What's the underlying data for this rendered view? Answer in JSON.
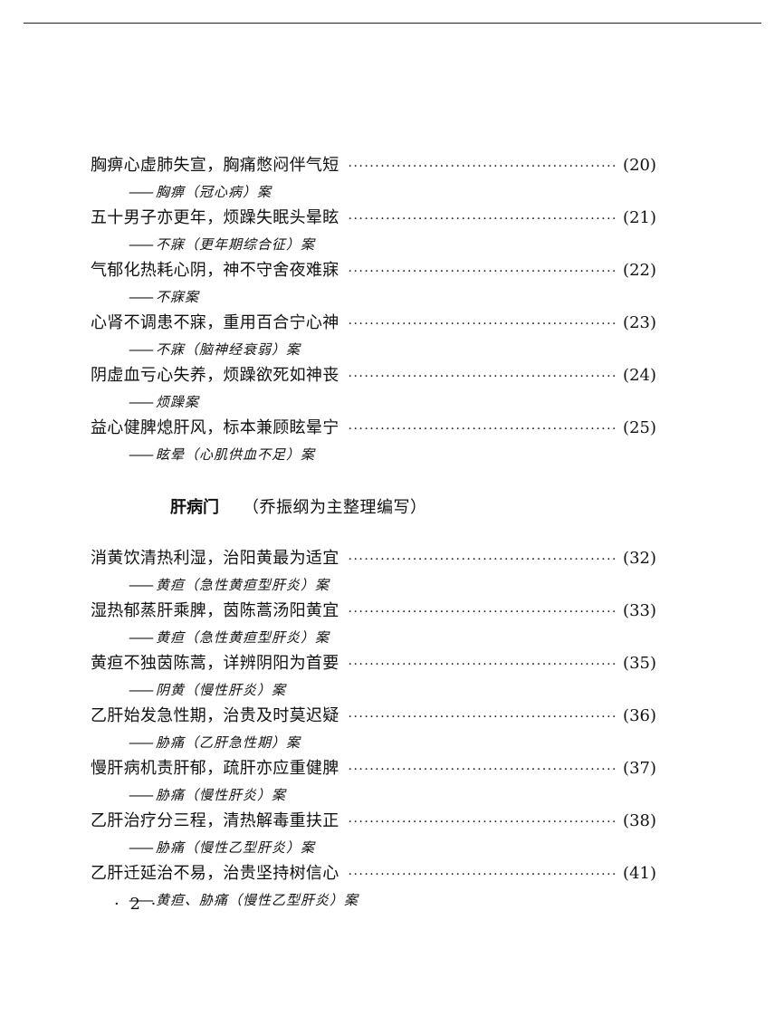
{
  "toc": {
    "group1": [
      {
        "title": "胸痹心虚肺失宣，胸痛憋闷伴气短",
        "page": "(20)",
        "subtitle": "胸痹（冠心病）案"
      },
      {
        "title": "五十男子亦更年，烦躁失眠头晕眩",
        "page": "(21)",
        "subtitle": "不寐（更年期综合征）案"
      },
      {
        "title": "气郁化热耗心阴，神不守舍夜难寐",
        "page": "(22)",
        "subtitle": "不寐案"
      },
      {
        "title": "心肾不调患不寐，重用百合宁心神",
        "page": "(23)",
        "subtitle": "不寐（脑神经衰弱）案"
      },
      {
        "title": "阴虚血亏心失养，烦躁欲死如神丧",
        "page": "(24)",
        "subtitle": "烦躁案"
      },
      {
        "title": "益心健脾熄肝风，标本兼顾眩晕宁",
        "page": "(25)",
        "subtitle": "眩晕（心肌供血不足）案"
      }
    ],
    "heading": {
      "title": "肝病门",
      "note": "（乔振纲为主整理编写）"
    },
    "group2": [
      {
        "title": "消黄饮清热利湿，治阳黄最为适宜",
        "page": "(32)",
        "subtitle": "黄疸（急性黄疸型肝炎）案"
      },
      {
        "title": "湿热郁蒸肝乘脾，茵陈蒿汤阳黄宜",
        "page": "(33)",
        "subtitle": "黄疸（急性黄疸型肝炎）案"
      },
      {
        "title": "黄疸不独茵陈蒿，详辨阴阳为首要",
        "page": "(35)",
        "subtitle": "阴黄（慢性肝炎）案"
      },
      {
        "title": "乙肝始发急性期，治贵及时莫迟疑",
        "page": "(36)",
        "subtitle": "胁痛（乙肝急性期）案"
      },
      {
        "title": "慢肝病机责肝郁，疏肝亦应重健脾",
        "page": "(37)",
        "subtitle": "胁痛（慢性肝炎）案"
      },
      {
        "title": "乙肝治疗分三程，清热解毒重扶正",
        "page": "(38)",
        "subtitle": "胁痛（慢性乙型肝炎）案"
      },
      {
        "title": "乙肝迁延治不易，治贵坚持树信心",
        "page": "(41)",
        "subtitle": "黄疸、胁痛（慢性乙型肝炎）案"
      }
    ]
  },
  "footer": {
    "page_label": "· 2 ·"
  },
  "dash": "——"
}
